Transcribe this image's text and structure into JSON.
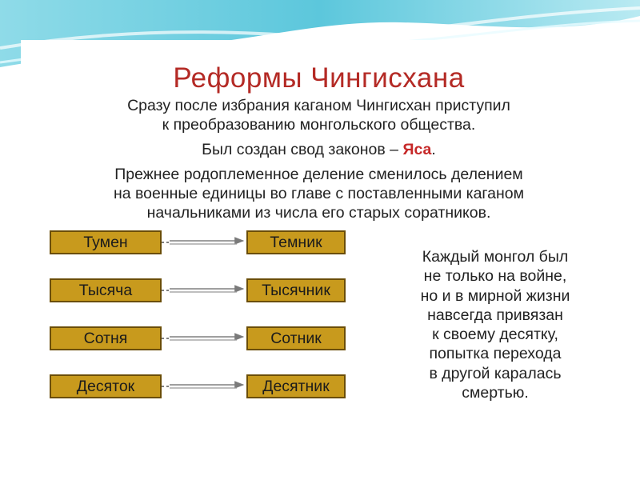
{
  "title": "Реформы Чингисхана",
  "intro_lines": [
    "Сразу после избрания каганом Чингисхан приступил",
    "к преобразованию монгольского общества."
  ],
  "code": {
    "prefix": "Был создан свод законов – ",
    "name": "Яса",
    "suffix": "."
  },
  "division_lines": [
    "Прежнее родоплеменное деление сменилось делением",
    "на военные единицы во главе с поставленными каганом",
    "начальниками из числа его старых соратников."
  ],
  "units": [
    {
      "unit": "Тумен",
      "leader": "Темник"
    },
    {
      "unit": "Тысяча",
      "leader": "Тысячник"
    },
    {
      "unit": "Сотня",
      "leader": "Сотник"
    },
    {
      "unit": "Десяток",
      "leader": "Десятник"
    }
  ],
  "note_lines": [
    "Каждый монгол был",
    "не только на войне,",
    "но и в мирной жизни",
    "навсегда привязан",
    "к своему десятку,",
    "попытка перехода",
    "в другой каралась",
    "смертью."
  ],
  "colors": {
    "title": "#b42a25",
    "box_fill": "#c89a1d",
    "box_border": "#6b4e08",
    "highlight": "#c62828",
    "wave": "#5fc8dc"
  }
}
